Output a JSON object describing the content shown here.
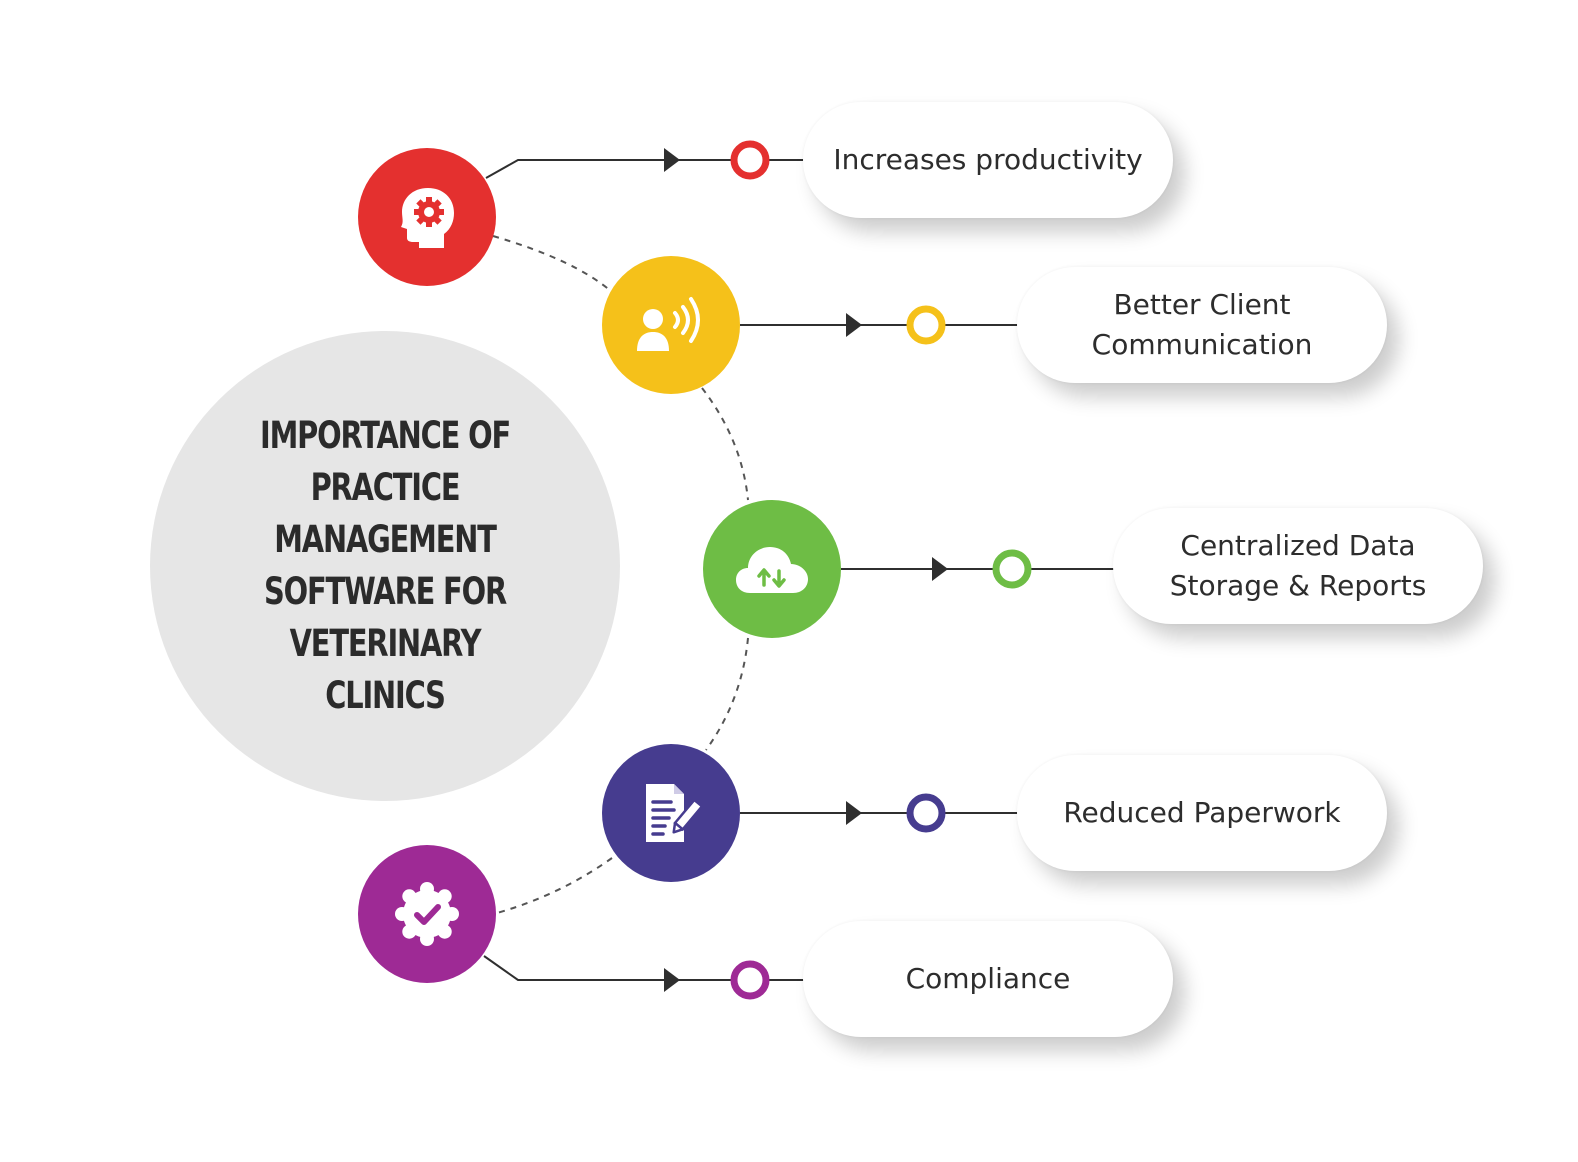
{
  "title": "IMPORTANCE OF PRACTICE MANAGEMENT SOFTWARE FOR VETERINARY CLINICS",
  "colors": {
    "red": "#e4302f",
    "yellow": "#f5c11a",
    "green": "#6ebd45",
    "indigo": "#463c8f",
    "purple": "#9e2a95",
    "center": "#e6e6e6",
    "line": "#2f2f2f"
  },
  "items": [
    {
      "label": "Increases productivity",
      "icon": "head-gear-icon",
      "color": "#e4302f"
    },
    {
      "label": "Better Client\nCommunication",
      "icon": "speaker-person-icon",
      "color": "#f5c11a"
    },
    {
      "label": "Centralized Data\nStorage & Reports",
      "icon": "cloud-sync-icon",
      "color": "#6ebd45"
    },
    {
      "label": "Reduced Paperwork",
      "icon": "document-pen-icon",
      "color": "#463c8f"
    },
    {
      "label": "Compliance",
      "icon": "badge-check-icon",
      "color": "#9e2a95"
    }
  ]
}
